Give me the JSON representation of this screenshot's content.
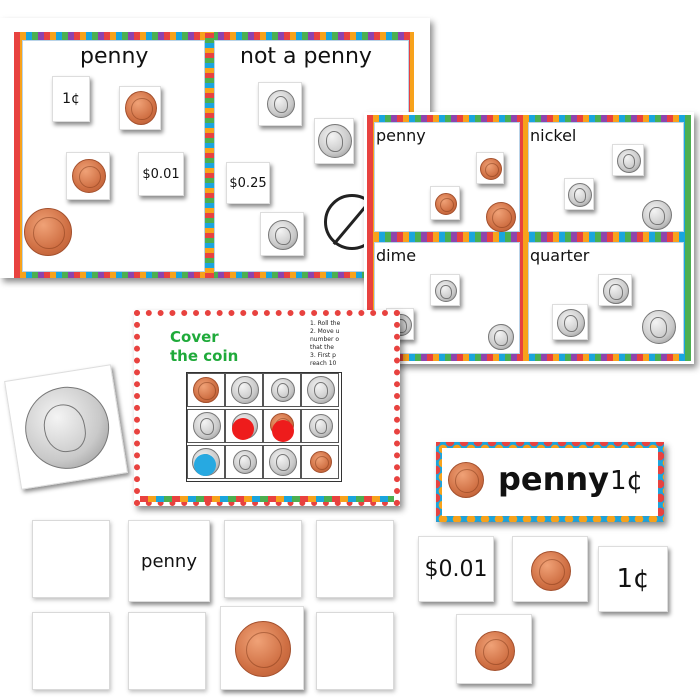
{
  "sort_mat_1": {
    "left_title": "penny",
    "right_title": "not a penny",
    "card_1c": "1¢",
    "card_001": "$0.01",
    "card_025": "$0.25"
  },
  "sort_mat_2": {
    "titles": [
      "penny",
      "nickel",
      "dime",
      "quarter"
    ]
  },
  "game_board": {
    "title_line1": "Cover",
    "title_line2": "the coin",
    "instructions": [
      "1. Roll the",
      "2. Move u",
      "number o",
      "that the",
      "3. First p",
      "reach 10"
    ]
  },
  "label_strip": {
    "word": "penny",
    "value": "1¢"
  },
  "small_cards": {
    "dollar": "$0.01",
    "cent": "1¢"
  },
  "memory_cards": {
    "penny_word": "penny"
  },
  "colors": {
    "penny": "#cf6f43",
    "silver": "#c9c9c9",
    "marker_red": "#ee1c1c",
    "marker_blue": "#27a9e1",
    "title_green": "#1faa3a"
  }
}
